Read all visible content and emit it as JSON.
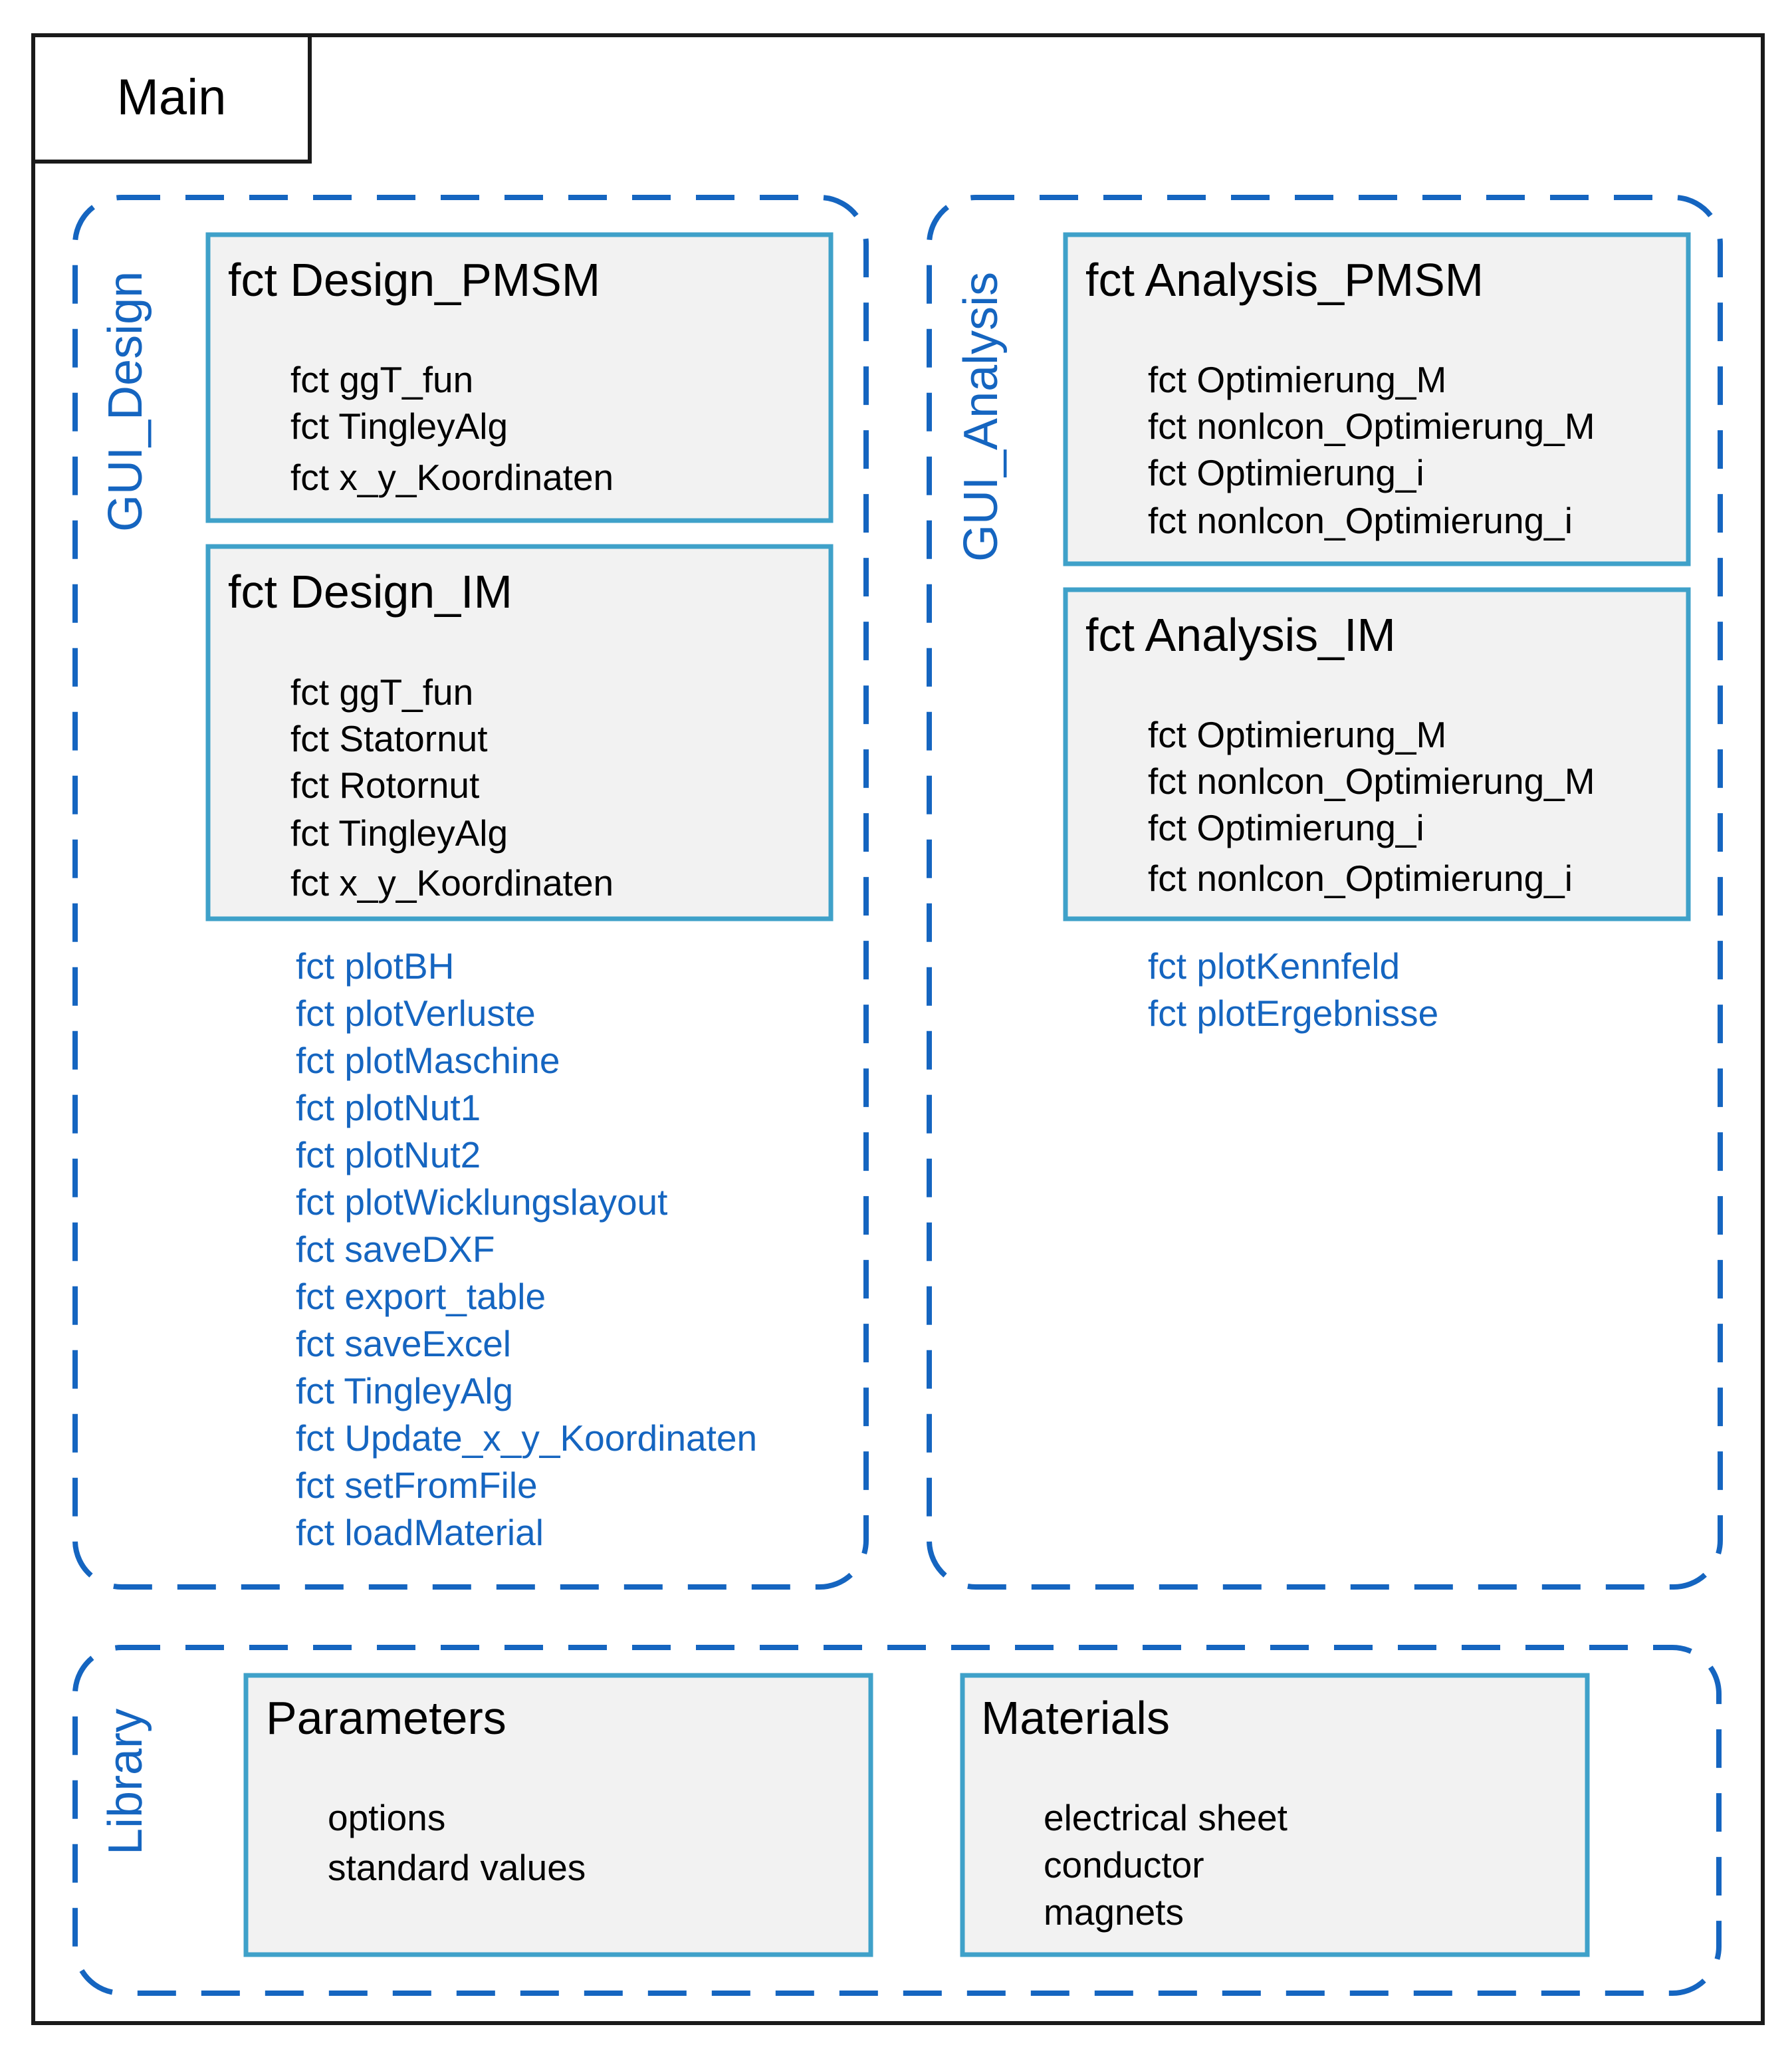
{
  "main": {
    "title": "Main"
  },
  "gui_design": {
    "label": "GUI_Design",
    "design_pmsm": {
      "title": "fct Design_PMSM",
      "items": [
        "fct ggT_fun",
        "fct TingleyAlg",
        "fct x_y_Koordinaten"
      ]
    },
    "design_im": {
      "title": "fct Design_IM",
      "items": [
        "fct ggT_fun",
        "fct Statornut",
        "fct Rotornut",
        "fct TingleyAlg",
        "fct x_y_Koordinaten"
      ]
    },
    "functions": [
      "fct plotBH",
      "fct plotVerluste",
      "fct plotMaschine",
      "fct plotNut1",
      "fct plotNut2",
      "fct plotWicklungslayout",
      "fct saveDXF",
      "fct export_table",
      "fct saveExcel",
      "fct TingleyAlg",
      "fct Update_x_y_Koordinaten",
      "fct setFromFile",
      "fct loadMaterial"
    ]
  },
  "gui_analysis": {
    "label": "GUI_Analysis",
    "analysis_pmsm": {
      "title": "fct Analysis_PMSM",
      "items": [
        "fct Optimierung_M",
        "fct nonlcon_Optimierung_M",
        "fct Optimierung_i",
        "fct nonlcon_Optimierung_i"
      ]
    },
    "analysis_im": {
      "title": "fct Analysis_IM",
      "items": [
        "fct Optimierung_M",
        "fct nonlcon_Optimierung_M",
        "fct Optimierung_i",
        "fct nonlcon_Optimierung_i"
      ]
    },
    "functions": [
      "fct plotKennfeld",
      "fct plotErgebnisse"
    ]
  },
  "library": {
    "label": "Library",
    "parameters": {
      "title": "Parameters",
      "items": [
        "options",
        "standard values"
      ]
    },
    "materials": {
      "title": "Materials",
      "items": [
        "electrical sheet",
        "conductor",
        "magnets"
      ]
    }
  },
  "colors": {
    "frame": "#1a1a1a",
    "dashed_border": "#1565c0",
    "blue_text": "#1565c0",
    "box_border": "#3fa1c9",
    "box_fill": "#f2f2f2",
    "black_text": "#000000"
  }
}
